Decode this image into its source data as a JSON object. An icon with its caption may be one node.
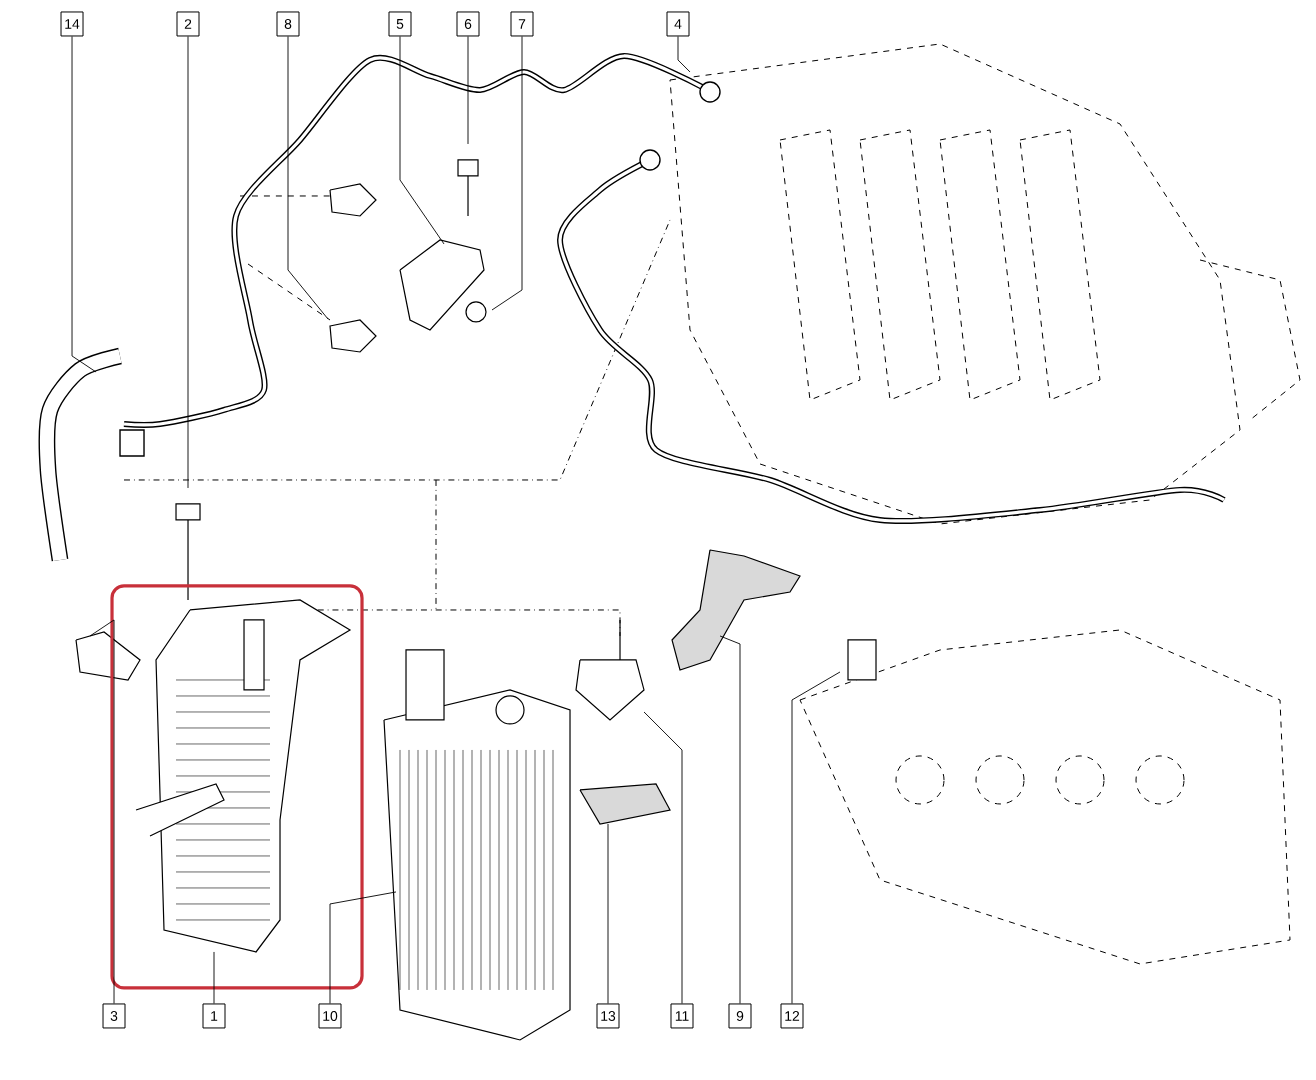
{
  "diagram": {
    "nodes": [
      {
        "text": [
          "14"
        ]
      },
      {
        "text": [
          "2"
        ]
      },
      {
        "text": [
          "8"
        ]
      },
      {
        "text": [
          "5"
        ]
      },
      {
        "text": [
          "6"
        ]
      },
      {
        "text": [
          "7"
        ]
      },
      {
        "text": [
          "4"
        ]
      },
      {
        "text": [
          "3"
        ]
      },
      {
        "text": [
          "1"
        ]
      },
      {
        "text": [
          "10"
        ]
      },
      {
        "text": [
          "13"
        ]
      },
      {
        "text": [
          "11"
        ]
      },
      {
        "text": [
          "9"
        ]
      },
      {
        "text": [
          "12"
        ]
      },
      {
        "text": [],
        "shape": "picture"
      }
    ],
    "edges": [
      {
        "from": 0,
        "to": null,
        "arrow": "none"
      },
      {
        "from": 1,
        "to": null,
        "arrow": "none"
      },
      {
        "from": 2,
        "to": 14,
        "arrow": "none"
      },
      {
        "from": 3,
        "to": null,
        "arrow": "none"
      },
      {
        "from": 4,
        "to": null,
        "arrow": "none"
      },
      {
        "from": 5,
        "to": null,
        "arrow": "none"
      },
      {
        "from": 6,
        "to": null,
        "arrow": "none"
      },
      {
        "from": 7,
        "to": null,
        "arrow": "none"
      },
      {
        "from": 8,
        "to": null,
        "arrow": "none"
      },
      {
        "from": 9,
        "to": null,
        "arrow": "none"
      },
      {
        "from": 10,
        "to": null,
        "arrow": "none"
      },
      {
        "from": 11,
        "to": null,
        "arrow": "none"
      },
      {
        "from": 12,
        "to": null,
        "arrow": "none"
      },
      {
        "from": 13,
        "to": null,
        "arrow": "none"
      }
    ]
  }
}
